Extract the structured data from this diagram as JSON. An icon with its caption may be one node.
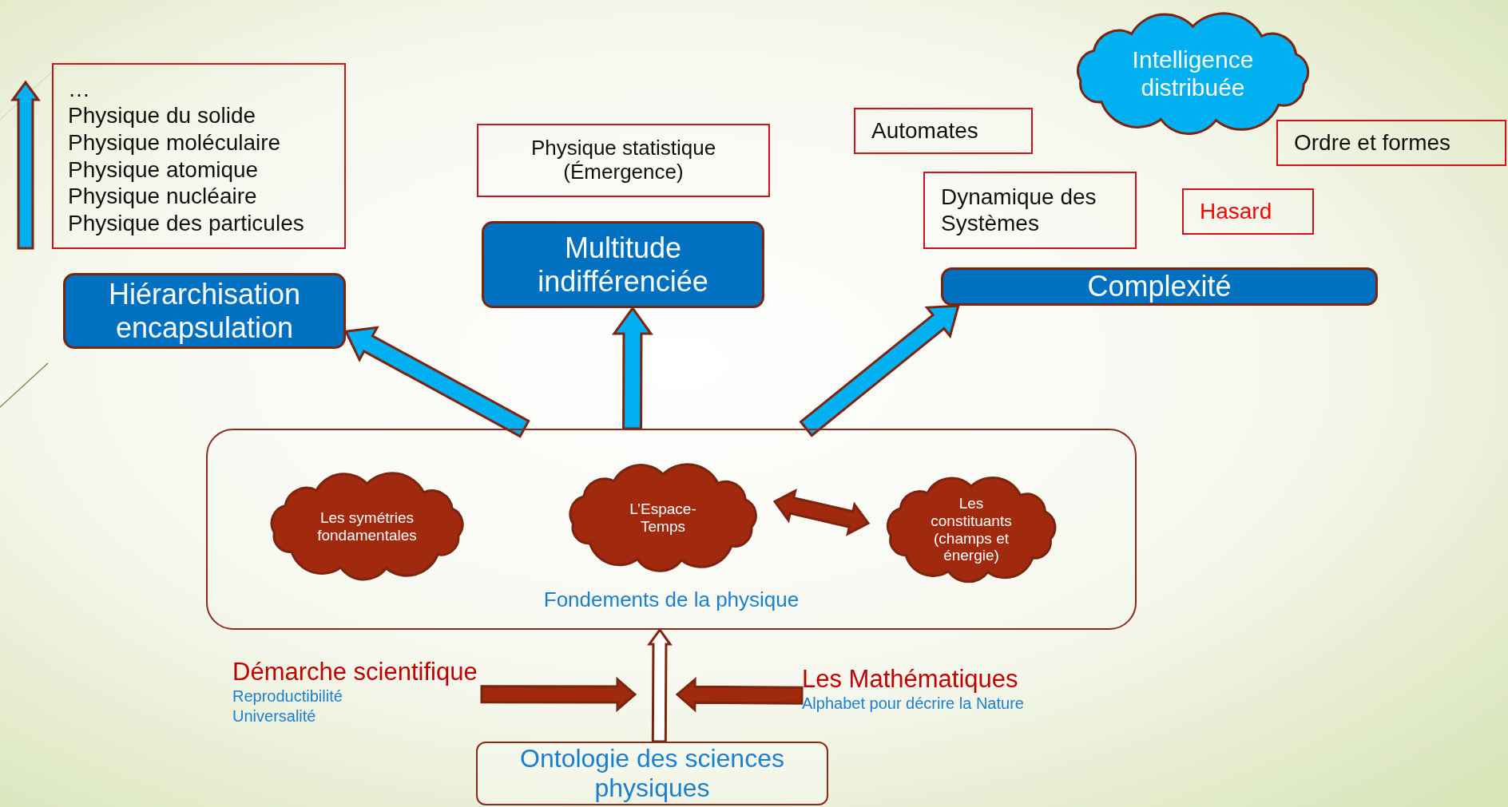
{
  "diagram": {
    "nodes": [
      {
        "text": [
          "…",
          "Physique du solide",
          "Physique moléculaire",
          "Physique atomique",
          "Physique nucléaire",
          "Physique des particules"
        ]
      },
      {
        "text": [
          "Hiérarchisation encapsulation"
        ]
      },
      {
        "text": [
          "Physique statistique (Émergence)"
        ]
      },
      {
        "text": [
          "Multitude indifférenciée"
        ]
      },
      {
        "text": [
          "Intelligence distribuée"
        ]
      },
      {
        "text": [
          "Automates"
        ]
      },
      {
        "text": [
          "Ordre et formes"
        ]
      },
      {
        "text": [
          "Dynamique des Systèmes"
        ]
      },
      {
        "text": [
          "Hasard"
        ]
      },
      {
        "text": [
          "Complexité"
        ]
      },
      {
        "text": [
          "Fondements de la physique"
        ]
      },
      {
        "text": [
          "Les symétries fondamentales"
        ],
        "in": 10
      },
      {
        "text": [
          "L’Espace-Temps"
        ],
        "in": 10
      },
      {
        "text": [
          "Les constituants (champs et énergie)"
        ],
        "in": 10
      },
      {
        "text": [
          "Ontologie des sciences physiques"
        ]
      },
      {
        "text": [
          "Démarche scientifique",
          "Reproductibilité",
          "Universalité"
        ]
      },
      {
        "text": [
          "Les Mathématiques",
          "Alphabet pour décrire la Nature"
        ]
      }
    ],
    "edges": [
      {
        "from": 10,
        "to": 1,
        "arrow": "to",
        "color": "#00b0f0"
      },
      {
        "from": 10,
        "to": 3,
        "arrow": "to",
        "color": "#00b0f0"
      },
      {
        "from": 10,
        "to": 9,
        "arrow": "to",
        "color": "#00b0f0"
      },
      {
        "from": 12,
        "to": 13,
        "arrow": "both",
        "color": "#a0290e"
      },
      {
        "from": 14,
        "to": 10,
        "arrow": "to",
        "color": "#ffffff"
      },
      {
        "from": 15,
        "to": null,
        "arrow": "to",
        "color": "#a0290e"
      },
      {
        "from": 16,
        "to": null,
        "arrow": "to",
        "color": "#a0290e"
      }
    ]
  }
}
